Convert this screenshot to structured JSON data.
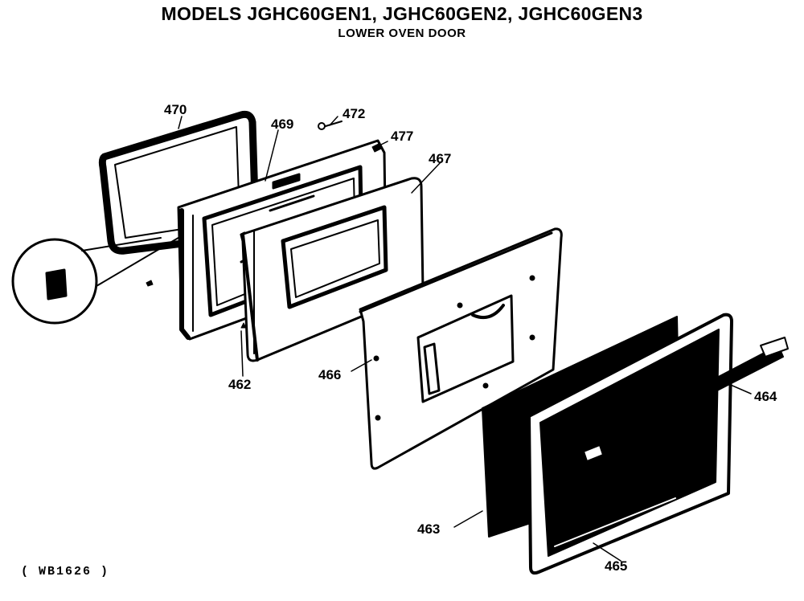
{
  "header": {
    "title": "MODELS JGHC60GEN1, JGHC60GEN2, JGHC60GEN3",
    "subtitle": "LOWER OVEN DOOR"
  },
  "callouts": {
    "c470": "470",
    "c469": "469",
    "c472": "472",
    "c477": "477",
    "c467": "467",
    "c462": "462",
    "c466": "466",
    "c464": "464",
    "c463": "463",
    "c465": "465"
  },
  "footer": {
    "code": "( WB1626 )"
  }
}
